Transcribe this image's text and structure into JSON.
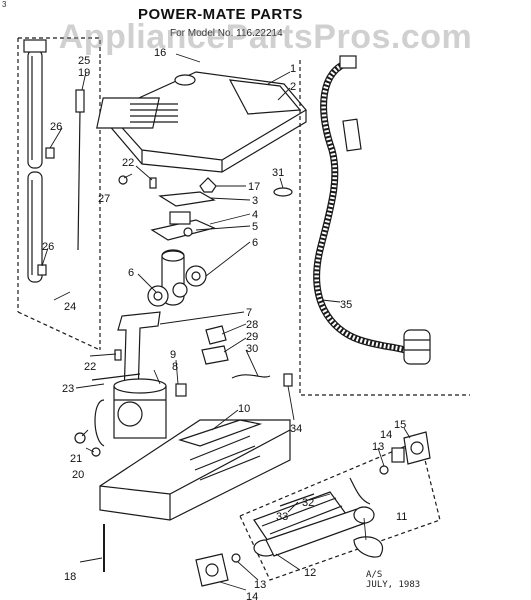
{
  "diagram": {
    "title": "POWER-MATE PARTS",
    "model_line": "For Model No. 116.22214",
    "corner_mark": "3",
    "watermark": "AppliancePartsPros.com",
    "initials": "A/S",
    "date": "JULY, 1983"
  },
  "callouts": [
    {
      "id": "c1",
      "label": "1"
    },
    {
      "id": "c2",
      "label": "2"
    },
    {
      "id": "c3",
      "label": "3"
    },
    {
      "id": "c4",
      "label": "4"
    },
    {
      "id": "c5",
      "label": "5"
    },
    {
      "id": "c6a",
      "label": "6"
    },
    {
      "id": "c6b",
      "label": "6"
    },
    {
      "id": "c7",
      "label": "7"
    },
    {
      "id": "c8",
      "label": "8"
    },
    {
      "id": "c9",
      "label": "9"
    },
    {
      "id": "c10",
      "label": "10"
    },
    {
      "id": "c11",
      "label": "11"
    },
    {
      "id": "c12",
      "label": "12"
    },
    {
      "id": "c13a",
      "label": "13"
    },
    {
      "id": "c13b",
      "label": "13"
    },
    {
      "id": "c14a",
      "label": "14"
    },
    {
      "id": "c14b",
      "label": "14"
    },
    {
      "id": "c15",
      "label": "15"
    },
    {
      "id": "c16",
      "label": "16"
    },
    {
      "id": "c17",
      "label": "17"
    },
    {
      "id": "c18",
      "label": "18"
    },
    {
      "id": "c19",
      "label": "19"
    },
    {
      "id": "c20",
      "label": "20"
    },
    {
      "id": "c21",
      "label": "21"
    },
    {
      "id": "c22a",
      "label": "22"
    },
    {
      "id": "c22b",
      "label": "22"
    },
    {
      "id": "c23",
      "label": "23"
    },
    {
      "id": "c24",
      "label": "24"
    },
    {
      "id": "c25",
      "label": "25"
    },
    {
      "id": "c26a",
      "label": "26"
    },
    {
      "id": "c26b",
      "label": "26"
    },
    {
      "id": "c27",
      "label": "27"
    },
    {
      "id": "c28",
      "label": "28"
    },
    {
      "id": "c29",
      "label": "29"
    },
    {
      "id": "c30",
      "label": "30"
    },
    {
      "id": "c31",
      "label": "31"
    },
    {
      "id": "c32",
      "label": "32"
    },
    {
      "id": "c33",
      "label": "33"
    },
    {
      "id": "c34",
      "label": "34"
    },
    {
      "id": "c35",
      "label": "35"
    }
  ],
  "colors": {
    "ink": "#1a1a1a",
    "paper": "#ffffff",
    "watermark": "#969696"
  }
}
